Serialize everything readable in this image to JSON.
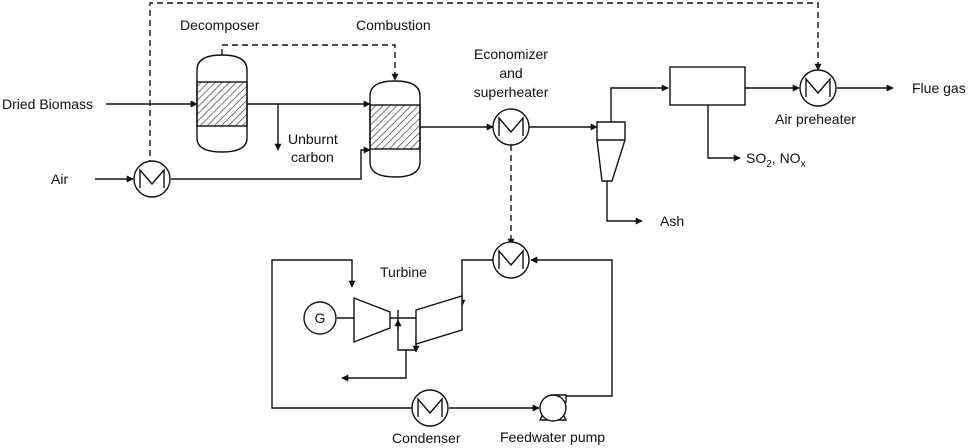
{
  "labels": {
    "dried_biomass": "Dried Biomass",
    "decomposer": "Decomposer",
    "combustion": "Combustion",
    "economizer_line1": "Economizer",
    "economizer_line2": "and",
    "economizer_line3": "superheater",
    "flue_gas": "Flue gas",
    "air_preheater": "Air preheater",
    "unburnt_line1": "Unburnt",
    "unburnt_line2": "carbon",
    "air": "Air",
    "so2": "SO",
    "so2_sub": "2",
    "nox_sep": ", NO",
    "nox_sub": "x",
    "ash": "Ash",
    "turbine": "Turbine",
    "generator": "G",
    "condenser": "Condenser",
    "feedwater_pump": "Feedwater pump"
  }
}
